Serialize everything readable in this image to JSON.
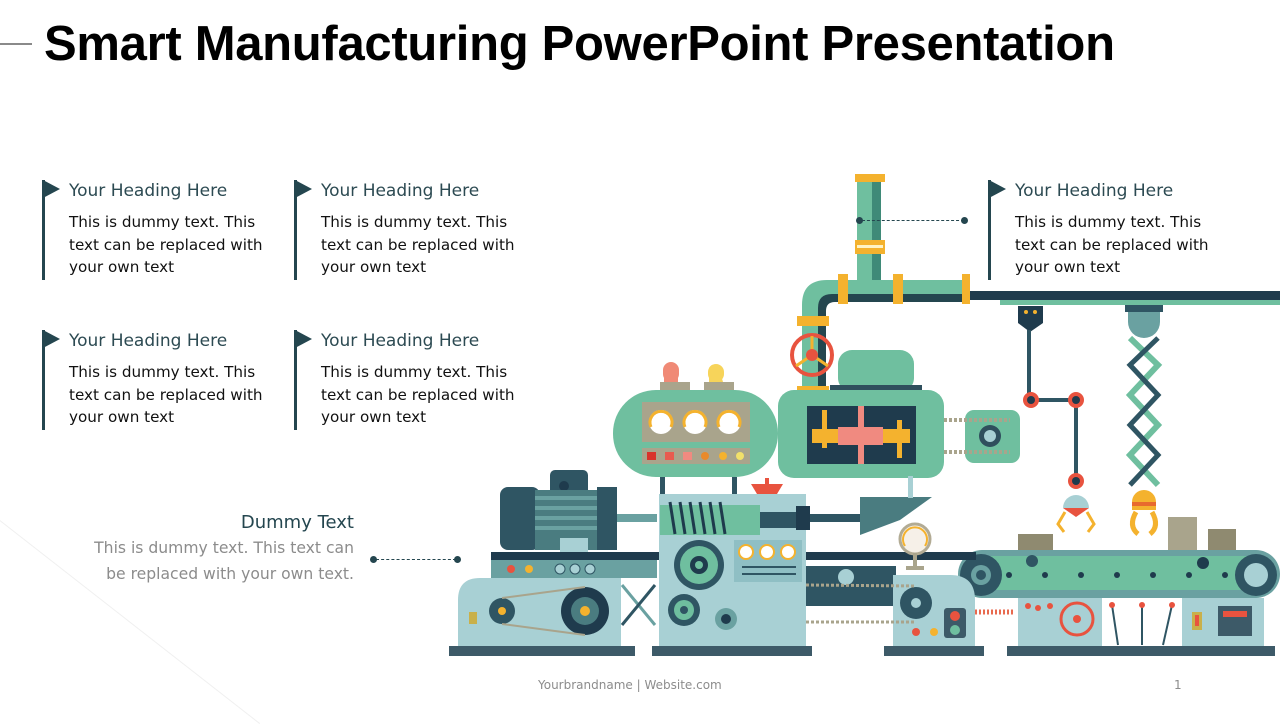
{
  "slide": {
    "title": "Smart Manufacturing PowerPoint Presentation",
    "blocks": [
      {
        "heading": "Your Heading Here",
        "body": "This is dummy text. This text can be replaced with your own text"
      },
      {
        "heading": "Your Heading Here",
        "body": "This is dummy text. This text can be replaced with your own text"
      },
      {
        "heading": "Your Heading Here",
        "body": "This is dummy text. This text can be replaced with your own text"
      },
      {
        "heading": "Your Heading Here",
        "body": "This is dummy text. This text can be replaced with your own text"
      },
      {
        "heading": "Your Heading Here",
        "body": "This is dummy text. This text can be replaced with your own text"
      }
    ],
    "callout": {
      "heading": "Dummy Text",
      "body": "This is dummy text. This text can be replaced with your own text."
    },
    "footer": {
      "brand": "Yourbrandname | Website.com",
      "page_number": "1"
    }
  },
  "icons": {
    "flag": "flag-marker-icon",
    "illustration": "smart-factory-machine-illustration"
  },
  "colors": {
    "accent_dark": "#24464f",
    "machine_green": "#6fbf9f",
    "machine_light": "#a8d0d4",
    "machine_navy": "#1f3b4d",
    "flange_yellow": "#f4b22e",
    "alert_red": "#e8533f"
  }
}
